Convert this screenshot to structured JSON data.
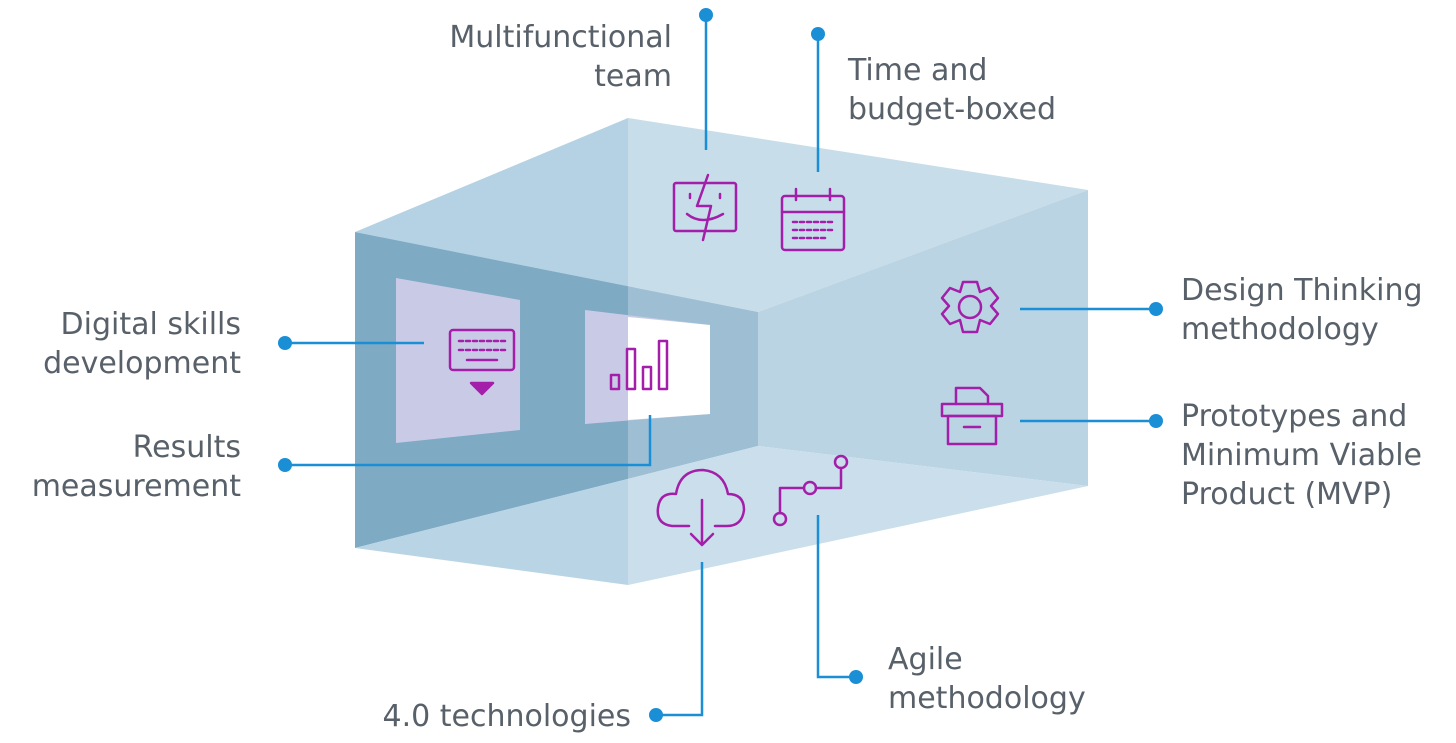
{
  "colors": {
    "connector": "#1a8fd6",
    "icon": "#a31faa",
    "label_text": "#58606a",
    "box_top": "#b4d2e3",
    "box_back_wall": "#7eaac4",
    "box_right_wall": "#a3c6da",
    "box_floor": "#b9d5e5"
  },
  "labels": {
    "multifunctional_team": [
      "Multifunctional",
      "team"
    ],
    "time_budget": [
      "Time and",
      "budget-boxed"
    ],
    "design_thinking": [
      "Design Thinking",
      "methodology"
    ],
    "prototypes_mvp": [
      "Prototypes and",
      "Minimum Viable",
      "Product (MVP)"
    ],
    "digital_skills": [
      "Digital skills",
      "development"
    ],
    "results_measurement": [
      "Results",
      "measurement"
    ],
    "agile": [
      "Agile",
      "methodology"
    ],
    "technologies": [
      "4.0 technologies"
    ]
  },
  "icons": [
    "finder-face-icon",
    "calendar-icon",
    "gear-icon",
    "archive-box-icon",
    "keyboard-icon",
    "bar-chart-icon",
    "cloud-download-icon",
    "circuit-path-icon"
  ]
}
